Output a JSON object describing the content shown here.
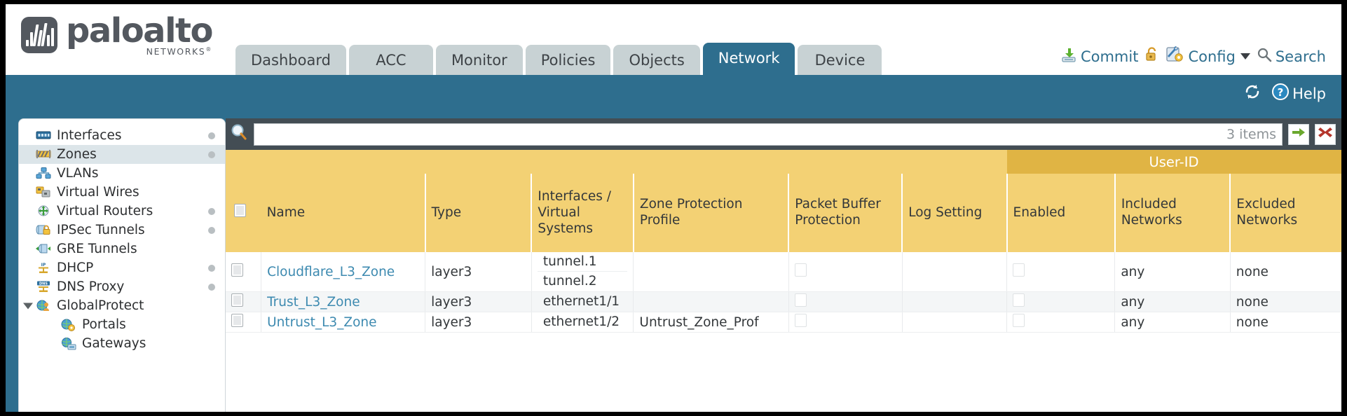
{
  "brand": {
    "name": "paloalto",
    "sub": "NETWORKS",
    "sub_mark": "®"
  },
  "nav": {
    "tabs": [
      {
        "label": "Dashboard",
        "active": false
      },
      {
        "label": "ACC",
        "active": false
      },
      {
        "label": "Monitor",
        "active": false
      },
      {
        "label": "Policies",
        "active": false
      },
      {
        "label": "Objects",
        "active": false
      },
      {
        "label": "Network",
        "active": true
      },
      {
        "label": "Device",
        "active": false
      }
    ]
  },
  "top_actions": {
    "commit": "Commit",
    "lock_icon": "unlock-icon",
    "config": "Config",
    "search": "Search"
  },
  "banner": {
    "refresh_icon": "refresh-icon",
    "help": "Help"
  },
  "sidebar": {
    "items": [
      {
        "label": "Interfaces",
        "icon": "interfaces-icon",
        "dot": true,
        "selected": false,
        "child": false,
        "expander": false
      },
      {
        "label": "Zones",
        "icon": "zones-icon",
        "dot": true,
        "selected": true,
        "child": false,
        "expander": false
      },
      {
        "label": "VLANs",
        "icon": "vlans-icon",
        "dot": false,
        "selected": false,
        "child": false,
        "expander": false
      },
      {
        "label": "Virtual Wires",
        "icon": "virtual-wires-icon",
        "dot": false,
        "selected": false,
        "child": false,
        "expander": false
      },
      {
        "label": "Virtual Routers",
        "icon": "virtual-routers-icon",
        "dot": true,
        "selected": false,
        "child": false,
        "expander": false
      },
      {
        "label": "IPSec Tunnels",
        "icon": "ipsec-tunnels-icon",
        "dot": true,
        "selected": false,
        "child": false,
        "expander": false
      },
      {
        "label": "GRE Tunnels",
        "icon": "gre-tunnels-icon",
        "dot": false,
        "selected": false,
        "child": false,
        "expander": false
      },
      {
        "label": "DHCP",
        "icon": "dhcp-icon",
        "dot": true,
        "selected": false,
        "child": false,
        "expander": false
      },
      {
        "label": "DNS Proxy",
        "icon": "dns-proxy-icon",
        "dot": true,
        "selected": false,
        "child": false,
        "expander": false
      },
      {
        "label": "GlobalProtect",
        "icon": "globalprotect-icon",
        "dot": false,
        "selected": false,
        "child": false,
        "expander": true
      },
      {
        "label": "Portals",
        "icon": "portals-icon",
        "dot": false,
        "selected": false,
        "child": true,
        "expander": false
      },
      {
        "label": "Gateways",
        "icon": "gateways-icon",
        "dot": false,
        "selected": false,
        "child": true,
        "expander": false
      }
    ]
  },
  "filter": {
    "search_icon": "search-icon",
    "value": "",
    "placeholder": "",
    "items_count": "3 items",
    "apply_icon": "apply-filter-arrow-icon",
    "clear_icon": "clear-filter-x-icon"
  },
  "table": {
    "group_header": "User-ID",
    "columns": [
      "Name",
      "Type",
      "Interfaces / Virtual Systems",
      "Zone Protection Profile",
      "Packet Buffer Protection",
      "Log Setting",
      "Enabled",
      "Included Networks",
      "Excluded Networks"
    ],
    "col_name": "Name",
    "col_type": "Type",
    "col_interfaces": "Interfaces / Virtual Systems",
    "col_zone_protection": "Zone Protection Profile",
    "col_packet_buffer": "Packet Buffer Protection",
    "col_log_setting": "Log Setting",
    "col_enabled": "Enabled",
    "col_included": "Included Networks",
    "col_excluded": "Excluded Networks",
    "rows": [
      {
        "name": "Cloudflare_L3_Zone",
        "type": "layer3",
        "interfaces": [
          "tunnel.1",
          "tunnel.2"
        ],
        "zone_protection_profile": "",
        "packet_buffer_protection": false,
        "log_setting": "",
        "enabled": false,
        "included_networks": "any",
        "excluded_networks": "none",
        "selected": false
      },
      {
        "name": "Trust_L3_Zone",
        "type": "layer3",
        "interfaces": [
          "ethernet1/1"
        ],
        "zone_protection_profile": "",
        "packet_buffer_protection": false,
        "log_setting": "",
        "enabled": false,
        "included_networks": "any",
        "excluded_networks": "none",
        "selected": false
      },
      {
        "name": "Untrust_L3_Zone",
        "type": "layer3",
        "interfaces": [
          "ethernet1/2"
        ],
        "zone_protection_profile": "Untrust_Zone_Prof",
        "packet_buffer_protection": false,
        "log_setting": "",
        "enabled": false,
        "included_networks": "any",
        "excluded_networks": "none",
        "selected": false
      }
    ]
  },
  "colors": {
    "brand_blue": "#2e6e8e",
    "header_gold": "#f3d174",
    "group_gold": "#e0b444",
    "link_blue": "#3d8ab0",
    "tab_inactive": "#c8d2d4",
    "panel_dark": "#434d54"
  }
}
